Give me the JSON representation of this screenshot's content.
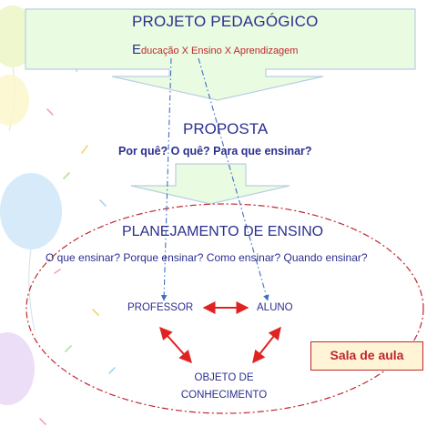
{
  "project": {
    "title": "PROJETO PEDAGÓGICO",
    "subtitle_initial": "E",
    "subtitle_rest": "ducação X Ensino X Aprendizagem"
  },
  "proposal": {
    "title": "PROPOSTA",
    "questions": "Por quê? O quê? Para que ensinar?"
  },
  "planning": {
    "title": "PLANEJAMENTO DE ENSINO",
    "questions": "O que ensinar? Porque ensinar? Como ensinar? Quando ensinar?"
  },
  "nodes": {
    "teacher": "PROFESSOR",
    "student": "ALUNO",
    "object_line1": "OBJETO DE",
    "object_line2": "CONHECIMENTO"
  },
  "classroom_label": "Sala de aula",
  "colors": {
    "text_blue": "#2b2f8f",
    "accent_red": "#c0272d",
    "box_fill": "#e9fbe0",
    "box_border": "#b9cfe6",
    "label_fill": "#fff4d6"
  }
}
